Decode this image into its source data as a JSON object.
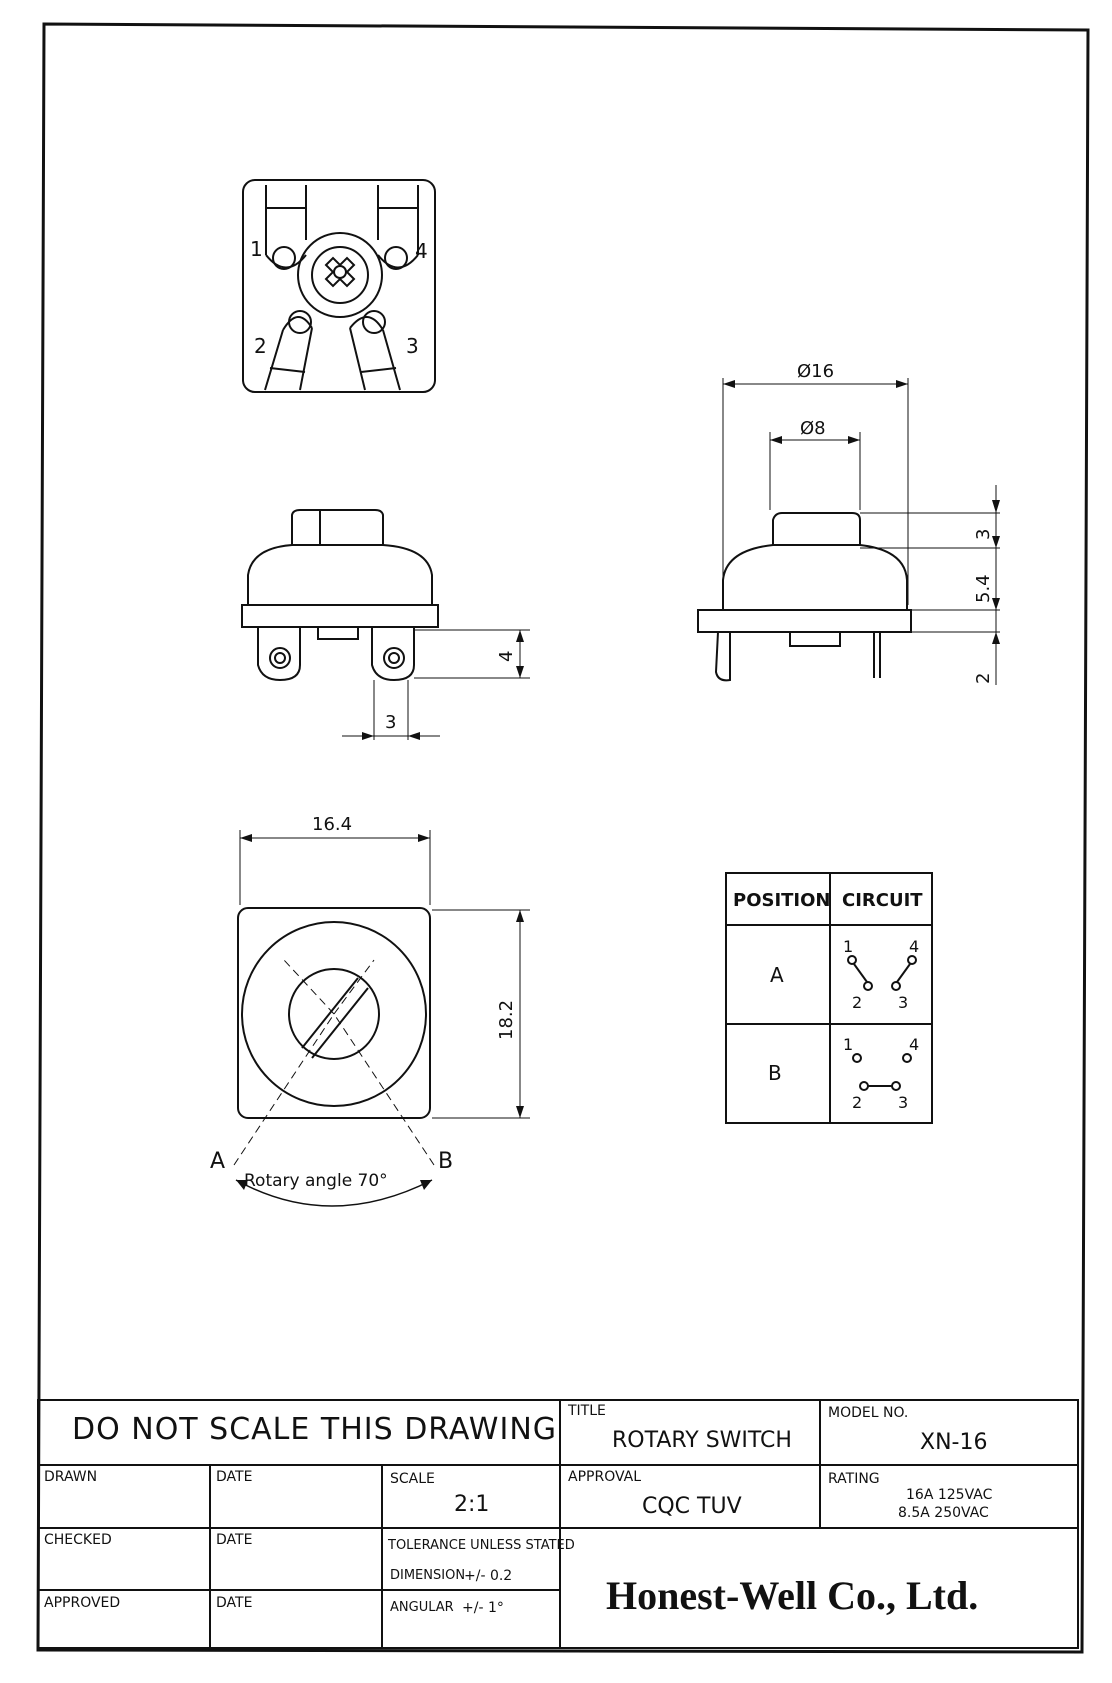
{
  "views": {
    "top_terminals": {
      "t1": "1",
      "t2": "2",
      "t3": "3",
      "t4": "4"
    },
    "front_dims": {
      "lug_height": "4",
      "lug_width": "3"
    },
    "side_dims": {
      "outer_dia": "Ø16",
      "knob_dia": "Ø8",
      "knob_h": "3",
      "body_h": "5.4",
      "base_h": "2"
    },
    "bottom_dims": {
      "width": "16.4",
      "height": "18.2"
    },
    "rotary": {
      "pos_a": "A",
      "pos_b": "B",
      "label": "Rotary angle  70°"
    }
  },
  "circuit_table": {
    "col_position": "POSITION",
    "col_circuit": "CIRCUIT",
    "rows": [
      {
        "position": "A",
        "n1": "1",
        "n2": "2",
        "n3": "3",
        "n4": "4"
      },
      {
        "position": "B",
        "n1": "1",
        "n2": "2",
        "n3": "3",
        "n4": "4"
      }
    ]
  },
  "title_block": {
    "notice": "DO NOT SCALE THIS DRAWING",
    "title_label": "TITLE",
    "title_value": "ROTARY SWITCH",
    "model_label": "MODEL NO.",
    "model_value": "XN-16",
    "drawn_label": "DRAWN",
    "checked_label": "CHECKED",
    "approved_label": "APPROVED",
    "date_label": "DATE",
    "scale_label": "SCALE",
    "scale_value": "2:1",
    "approval_label": "APPROVAL",
    "approval_value": "CQC TUV",
    "rating_label": "RATING",
    "rating_line1": "16A 125VAC",
    "rating_line2": "8.5A 250VAC",
    "tolerance_title": "TOLERANCE UNLESS STATED",
    "dimension_label": "DIMENSION",
    "dimension_value": "+/- 0.2",
    "angular_label": "ANGULAR",
    "angular_value": "+/- 1°",
    "company": "Honest-Well Co., Ltd."
  }
}
